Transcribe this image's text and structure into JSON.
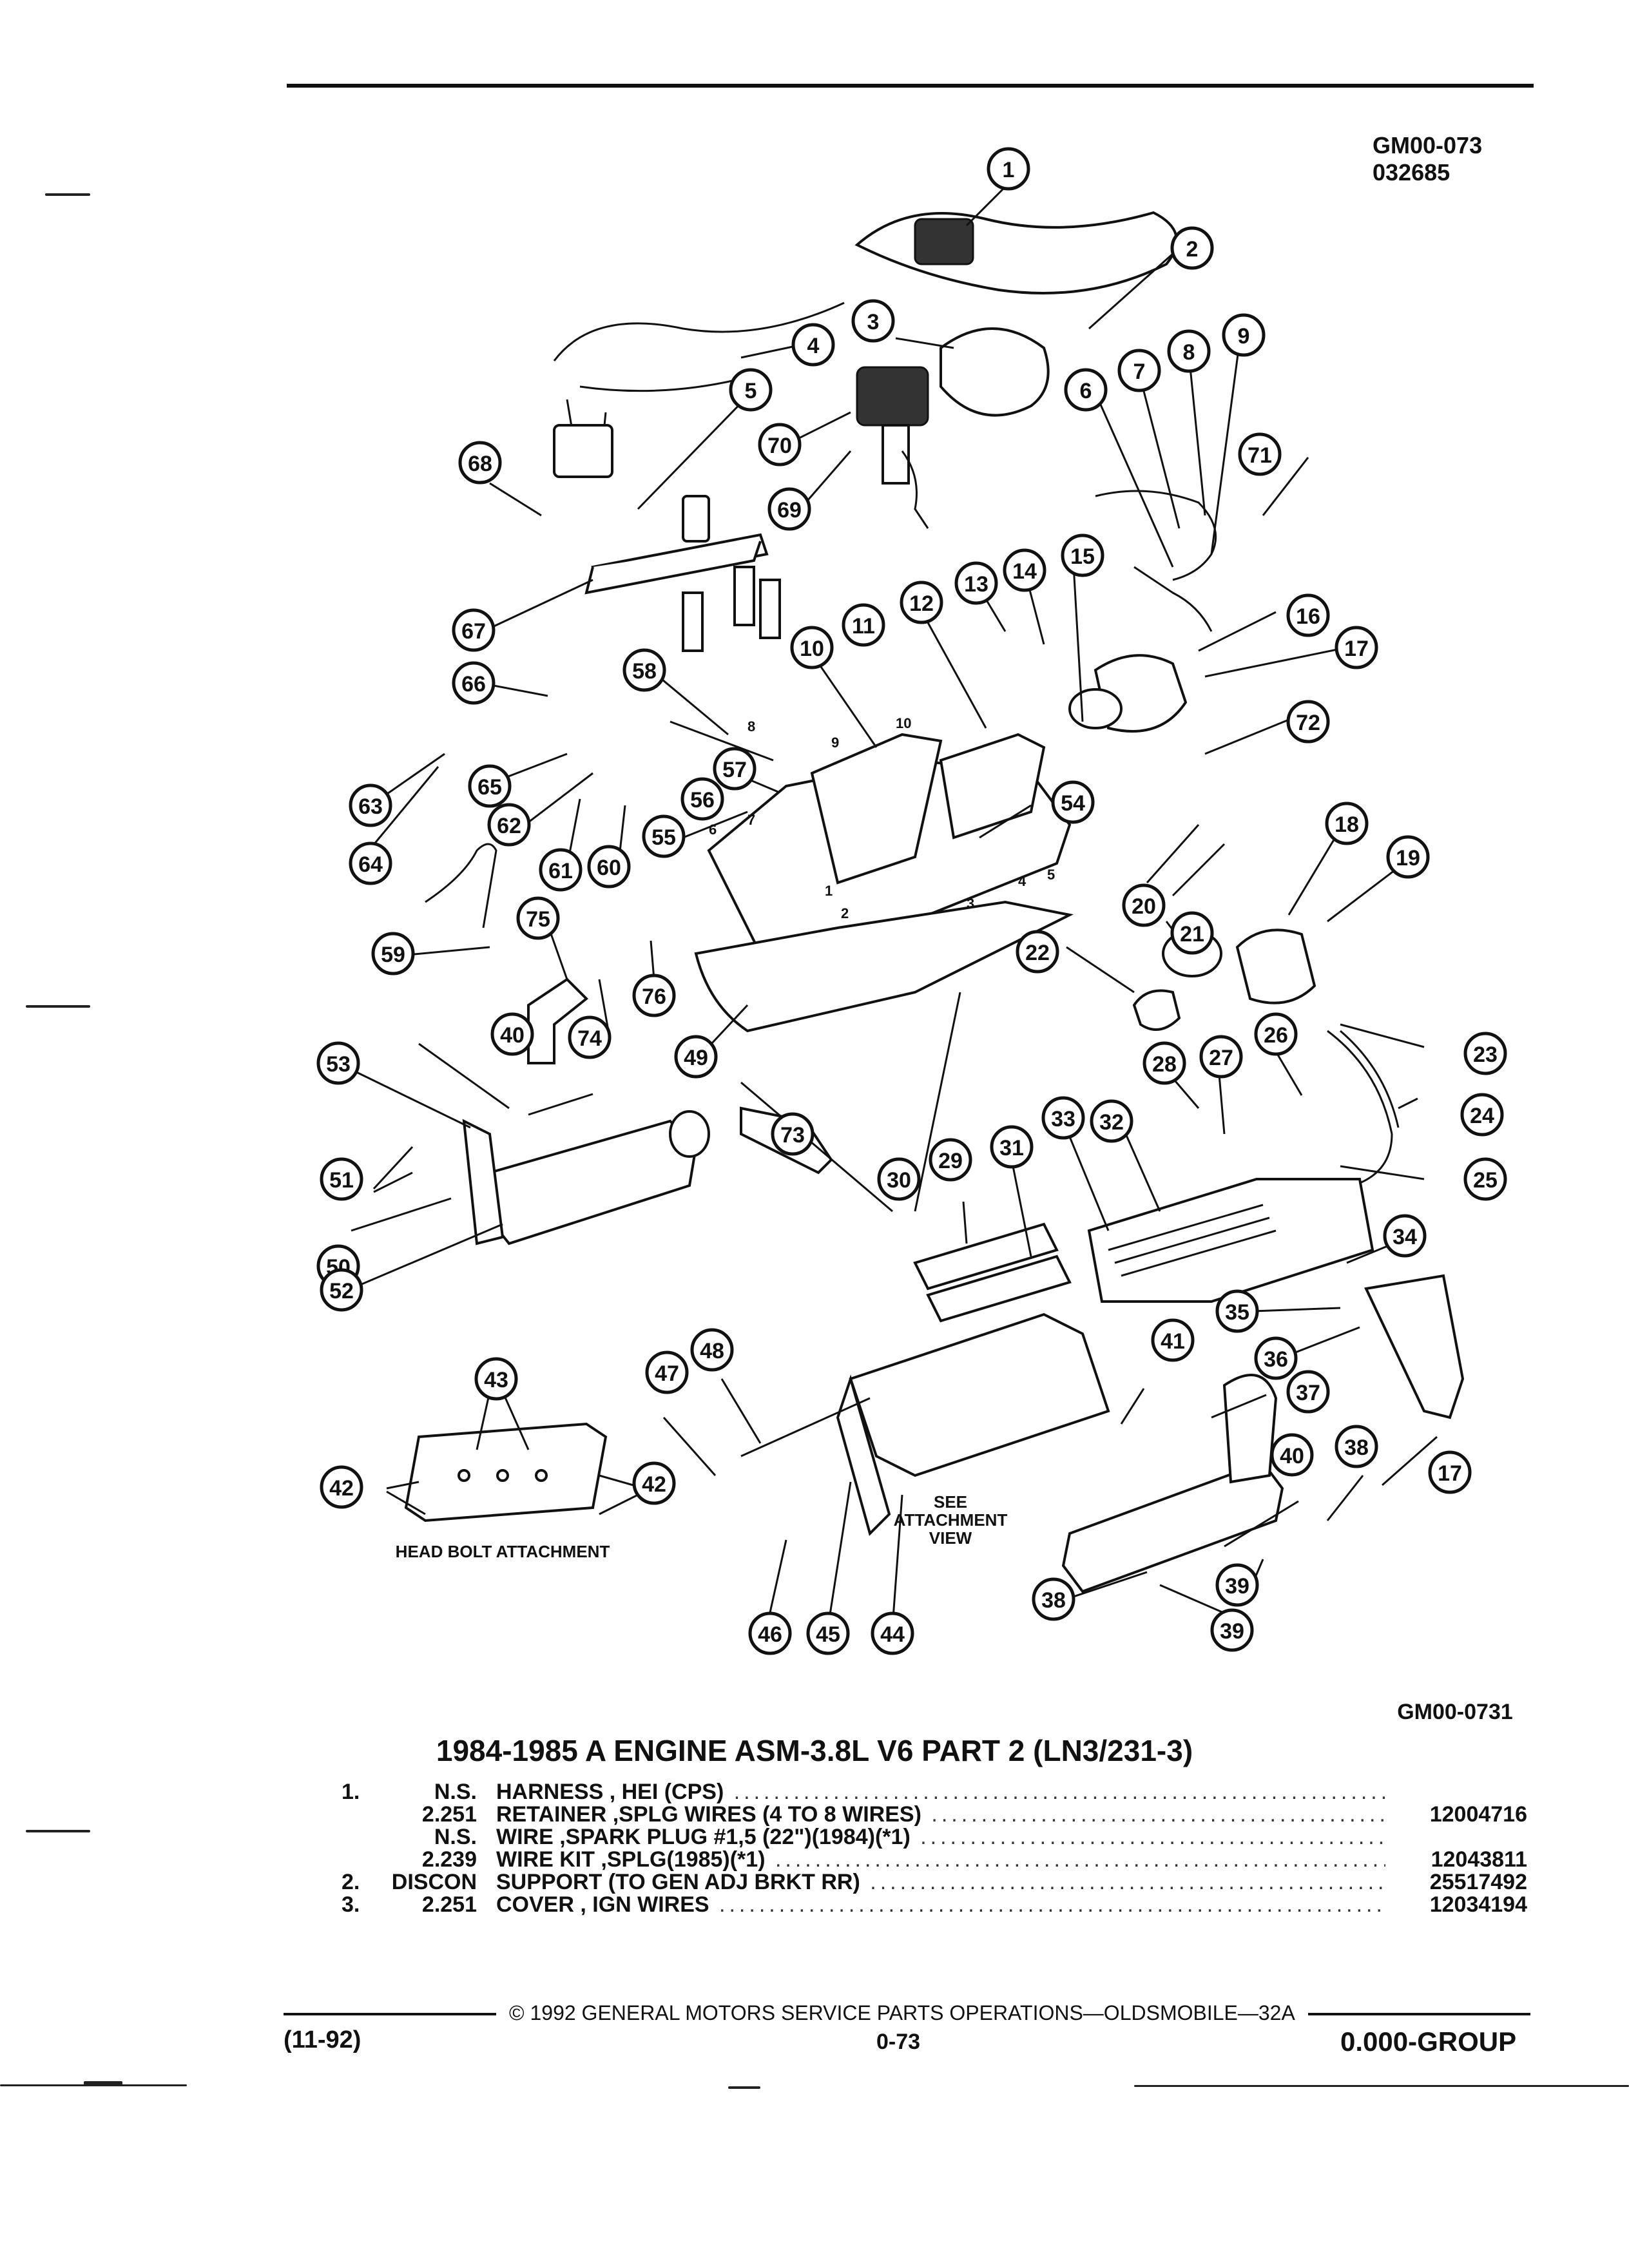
{
  "header": {
    "figure_code_line1": "GM00-073",
    "figure_code_line2": "032685"
  },
  "diagram": {
    "callouts": [
      "1",
      "2",
      "3",
      "4",
      "5",
      "6",
      "7",
      "8",
      "9",
      "10",
      "11",
      "12",
      "13",
      "14",
      "15",
      "16",
      "17",
      "17",
      "18",
      "19",
      "20",
      "21",
      "22",
      "23",
      "24",
      "25",
      "26",
      "27",
      "28",
      "29",
      "30",
      "31",
      "32",
      "33",
      "34",
      "35",
      "36",
      "37",
      "38",
      "38",
      "39",
      "39",
      "40",
      "40",
      "41",
      "42",
      "42",
      "43",
      "44",
      "45",
      "46",
      "47",
      "48",
      "49",
      "50",
      "51",
      "52",
      "53",
      "54",
      "55",
      "56",
      "57",
      "58",
      "59",
      "60",
      "61",
      "62",
      "63",
      "64",
      "65",
      "66",
      "67",
      "68",
      "69",
      "70",
      "71",
      "72",
      "73",
      "74",
      "75",
      "76"
    ],
    "small_labels": [
      "1",
      "2",
      "3",
      "4",
      "5",
      "6",
      "7",
      "8",
      "9",
      "10"
    ],
    "see_attachment_view": [
      "SEE",
      "ATTACHMENT",
      "VIEW"
    ],
    "head_bolt_attachment": "HEAD BOLT ATTACHMENT",
    "figure_id": "GM00-0731"
  },
  "parts_list": {
    "title": "1984-1985 A ENGINE ASM-3.8L V6 PART 2 (LN3/231-3)",
    "rows": [
      {
        "item": "1.",
        "code": "N.S.",
        "desc": "HARNESS , HEI (CPS)",
        "part_no": ""
      },
      {
        "item": "",
        "code": "2.251",
        "desc": "RETAINER ,SPLG WIRES (4 TO 8 WIRES)",
        "part_no": "12004716"
      },
      {
        "item": "",
        "code": "N.S.",
        "desc": "WIRE ,SPARK PLUG #1,5 (22\")(1984)(*1)",
        "part_no": ""
      },
      {
        "item": "",
        "code": "2.239",
        "desc": "WIRE KIT ,SPLG(1985)(*1)",
        "part_no": "12043811"
      },
      {
        "item": "2.",
        "code": "DISCON",
        "desc": "SUPPORT (TO GEN ADJ BRKT RR)",
        "part_no": "25517492"
      },
      {
        "item": "3.",
        "code": "2.251",
        "desc": "COVER , IGN WIRES",
        "part_no": "12034194"
      }
    ]
  },
  "footer": {
    "copyright": "© 1992 GENERAL MOTORS SERVICE PARTS OPERATIONS—OLDSMOBILE—32A",
    "date": "(11-92)",
    "page": "0-73",
    "group": "0.000-GROUP"
  }
}
